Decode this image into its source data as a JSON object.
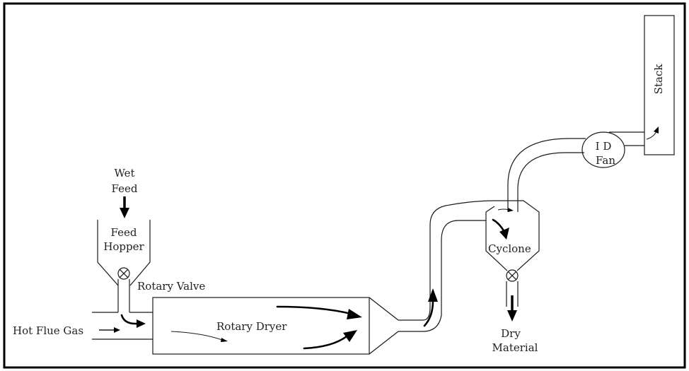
{
  "labels": {
    "wet_feed_line1": "Wet",
    "wet_feed_line2": "Feed",
    "feed_hopper_line1": "Feed",
    "feed_hopper_line2": "Hopper",
    "rotary_valve": "Rotary Valve",
    "hot_flue_gas": "Hot Flue Gas",
    "rotary_dryer": "Rotary Dryer",
    "cyclone": "Cyclone",
    "dry_material_line1": "Dry",
    "dry_material_line2": "Material",
    "id_fan_line1": "I D",
    "id_fan_line2": "Fan",
    "stack": "Stack"
  }
}
